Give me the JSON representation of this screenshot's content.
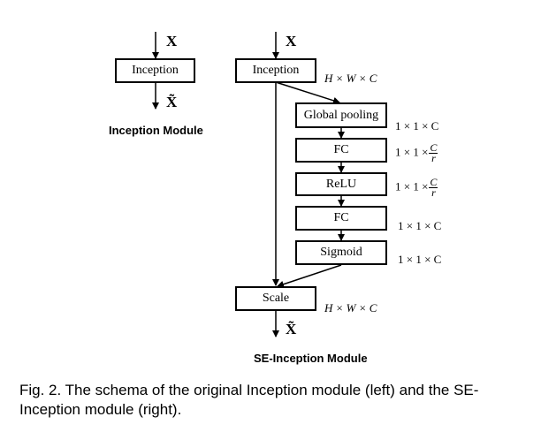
{
  "left": {
    "input": "X",
    "block": "Inception",
    "output": "X̃",
    "module_label": "Inception Module"
  },
  "right": {
    "input": "X",
    "blocks": {
      "inception": "Inception",
      "global_pooling": "Global pooling",
      "fc1": "FC",
      "relu": "ReLU",
      "fc2": "FC",
      "sigmoid": "Sigmoid",
      "scale": "Scale"
    },
    "dims": {
      "inception": "H × W × C",
      "global_pooling": "1 × 1 × C",
      "fc1_prefix": "1 × 1 ×",
      "fc1_num": "C",
      "fc1_den": "r",
      "relu_prefix": "1 × 1 ×",
      "relu_num": "C",
      "relu_den": "r",
      "fc2": "1 × 1 × C",
      "sigmoid": "1 × 1 × C",
      "scale": "H × W × C"
    },
    "output": "X̃",
    "module_label": "SE-Inception Module"
  },
  "caption": "Fig. 2. The schema of the original Inception module (left) and the SE-Inception module (right)."
}
